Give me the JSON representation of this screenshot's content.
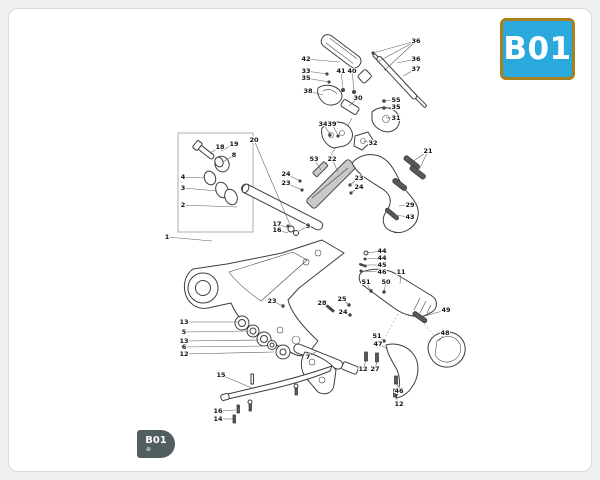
{
  "window": {
    "background": "#eef0f0",
    "card_background": "#ffffff",
    "card_border": "#d7d9da"
  },
  "page_tag": {
    "label": "B01",
    "background": "#29a9dc",
    "border_color": "#a5821f",
    "text_color": "#ffffff"
  },
  "footer_badge": {
    "label": "B01",
    "icon": "circle-cross-icon",
    "icon_glyph": "⊗",
    "background": "#515e5f",
    "text_color": "#ffffff"
  },
  "diagram": {
    "type": "exploded-parts-diagram",
    "line_color": "#3a3e41",
    "callouts": [
      {
        "n": "42",
        "l": [
          306,
          59
        ],
        "t": [
          [
            340,
            62
          ]
        ]
      },
      {
        "n": "33",
        "l": [
          306,
          71
        ],
        "t": [
          [
            327,
            74
          ]
        ]
      },
      {
        "n": "35",
        "l": [
          306,
          78
        ],
        "t": [
          [
            329,
            82
          ]
        ]
      },
      {
        "n": "38",
        "l": [
          308,
          91
        ],
        "t": [
          [
            323,
            95
          ]
        ]
      },
      {
        "n": "41",
        "l": [
          341,
          71
        ],
        "t": [
          [
            343,
            89
          ]
        ]
      },
      {
        "n": "40",
        "l": [
          352,
          71
        ],
        "t": [
          [
            354,
            91
          ]
        ]
      },
      {
        "n": "36",
        "l": [
          416,
          41
        ],
        "t": [
          [
            373,
            53
          ],
          [
            379,
            61
          ],
          [
            386,
            69
          ]
        ]
      },
      {
        "n": "36",
        "l": [
          416,
          59
        ],
        "t": [
          [
            397,
            63
          ]
        ]
      },
      {
        "n": "37",
        "l": [
          416,
          69
        ],
        "t": [
          [
            403,
            76
          ]
        ]
      },
      {
        "n": "30",
        "l": [
          358,
          98
        ],
        "t": [
          [
            349,
            106
          ]
        ]
      },
      {
        "n": "55",
        "l": [
          396,
          100
        ],
        "t": [
          [
            384,
            101
          ]
        ]
      },
      {
        "n": "35",
        "l": [
          396,
          107
        ],
        "t": [
          [
            384,
            108
          ]
        ]
      },
      {
        "n": "31",
        "l": [
          396,
          118
        ],
        "t": [
          [
            386,
            118
          ]
        ]
      },
      {
        "n": "34",
        "l": [
          323,
          124
        ],
        "t": [
          [
            330,
            134
          ]
        ]
      },
      {
        "n": "39",
        "l": [
          332,
          124
        ],
        "t": [
          [
            338,
            135
          ]
        ]
      },
      {
        "n": "32",
        "l": [
          373,
          143
        ],
        "t": [
          [
            363,
            141
          ]
        ]
      },
      {
        "n": "19",
        "l": [
          234,
          144
        ],
        "t": [
          [
            221,
            151
          ]
        ]
      },
      {
        "n": "18",
        "l": [
          220,
          147
        ],
        "t": [
          [
            210,
            153
          ]
        ]
      },
      {
        "n": "8",
        "l": [
          234,
          155
        ],
        "t": [
          [
            223,
            162
          ]
        ]
      },
      {
        "n": "20",
        "l": [
          254,
          140
        ],
        "t": [
          [
            291,
            227
          ]
        ]
      },
      {
        "n": "4",
        "l": [
          183,
          177
        ],
        "t": [
          [
            205,
            178
          ]
        ]
      },
      {
        "n": "3",
        "l": [
          183,
          188
        ],
        "t": [
          [
            217,
            191
          ]
        ]
      },
      {
        "n": "2",
        "l": [
          183,
          205
        ],
        "t": [
          [
            237,
            207
          ]
        ]
      },
      {
        "n": "1",
        "l": [
          167,
          237
        ],
        "t": [
          [
            212,
            241
          ]
        ]
      },
      {
        "n": "53",
        "l": [
          314,
          159
        ],
        "t": [
          [
            321,
            170
          ]
        ]
      },
      {
        "n": "22",
        "l": [
          332,
          159
        ],
        "t": [
          [
            338,
            172
          ]
        ]
      },
      {
        "n": "24",
        "l": [
          286,
          174
        ],
        "t": [
          [
            300,
            181
          ]
        ]
      },
      {
        "n": "23",
        "l": [
          286,
          183
        ],
        "t": [
          [
            302,
            190
          ]
        ]
      },
      {
        "n": "23",
        "l": [
          359,
          178
        ],
        "t": [
          [
            350,
            185
          ]
        ]
      },
      {
        "n": "24",
        "l": [
          359,
          187
        ],
        "t": [
          [
            351,
            193
          ]
        ]
      },
      {
        "n": "21",
        "l": [
          428,
          151
        ],
        "t": [
          [
            412,
            162
          ],
          [
            418,
            172
          ]
        ]
      },
      {
        "n": "29",
        "l": [
          410,
          205
        ],
        "t": [
          [
            399,
            206
          ]
        ]
      },
      {
        "n": "43",
        "l": [
          410,
          217
        ],
        "t": [
          [
            394,
            215
          ]
        ]
      },
      {
        "n": "9",
        "l": [
          308,
          226
        ],
        "t": [
          [
            299,
            231
          ]
        ]
      },
      {
        "n": "17",
        "l": [
          277,
          224
        ],
        "t": [
          [
            289,
            228
          ]
        ]
      },
      {
        "n": "16",
        "l": [
          277,
          230
        ],
        "t": [
          [
            288,
            233
          ]
        ]
      },
      {
        "n": "13",
        "l": [
          184,
          322
        ],
        "t": [
          [
            238,
            322
          ]
        ]
      },
      {
        "n": "5",
        "l": [
          184,
          332
        ],
        "t": [
          [
            249,
            331
          ]
        ]
      },
      {
        "n": "13",
        "l": [
          184,
          341
        ],
        "t": [
          [
            259,
            340
          ]
        ]
      },
      {
        "n": "6",
        "l": [
          184,
          347
        ],
        "t": [
          [
            266,
            346
          ]
        ]
      },
      {
        "n": "12",
        "l": [
          184,
          354
        ],
        "t": [
          [
            274,
            352
          ]
        ]
      },
      {
        "n": "23",
        "l": [
          272,
          301
        ],
        "t": [
          [
            283,
            306
          ]
        ]
      },
      {
        "n": "28",
        "l": [
          322,
          303
        ],
        "t": [
          [
            330,
            309
          ]
        ]
      },
      {
        "n": "25",
        "l": [
          342,
          299
        ],
        "t": [
          [
            349,
            305
          ]
        ]
      },
      {
        "n": "24",
        "l": [
          343,
          312
        ],
        "t": [
          [
            350,
            315
          ]
        ]
      },
      {
        "n": "7",
        "l": [
          308,
          357
        ],
        "t": [
          [
            317,
            351
          ]
        ]
      },
      {
        "n": "15",
        "l": [
          221,
          375
        ],
        "t": [
          [
            252,
            388
          ]
        ]
      },
      {
        "n": "16",
        "l": [
          218,
          411
        ],
        "t": [
          [
            236,
            410
          ]
        ]
      },
      {
        "n": "14",
        "l": [
          218,
          419
        ],
        "t": [
          [
            234,
            419
          ]
        ]
      },
      {
        "n": "44",
        "l": [
          382,
          251
        ],
        "t": [
          [
            366,
            253
          ]
        ]
      },
      {
        "n": "44",
        "l": [
          382,
          258
        ],
        "t": [
          [
            365,
            259
          ]
        ]
      },
      {
        "n": "45",
        "l": [
          382,
          265
        ],
        "t": [
          [
            363,
            265
          ]
        ]
      },
      {
        "n": "46",
        "l": [
          382,
          272
        ],
        "t": [
          [
            361,
            271
          ]
        ]
      },
      {
        "n": "11",
        "l": [
          401,
          272
        ],
        "t": [
          [
            400,
            284
          ]
        ]
      },
      {
        "n": "51",
        "l": [
          366,
          282
        ],
        "t": [
          [
            371,
            291
          ]
        ]
      },
      {
        "n": "50",
        "l": [
          386,
          282
        ],
        "t": [
          [
            384,
            292
          ]
        ]
      },
      {
        "n": "49",
        "l": [
          446,
          310
        ],
        "t": [
          [
            421,
            317
          ]
        ]
      },
      {
        "n": "48",
        "l": [
          445,
          333
        ],
        "t": [
          [
            439,
            341
          ]
        ]
      },
      {
        "n": "51",
        "l": [
          377,
          336
        ],
        "t": [
          [
            384,
            341
          ]
        ]
      },
      {
        "n": "47",
        "l": [
          378,
          344
        ],
        "t": [
          [
            388,
            349
          ]
        ]
      },
      {
        "n": "12",
        "l": [
          363,
          369
        ],
        "t": [
          [
            366,
            360
          ]
        ]
      },
      {
        "n": "27",
        "l": [
          375,
          369
        ],
        "t": [
          [
            377,
            361
          ]
        ]
      },
      {
        "n": "46",
        "l": [
          399,
          391
        ],
        "t": [
          [
            396,
            382
          ]
        ]
      },
      {
        "n": "12",
        "l": [
          399,
          404
        ],
        "t": [
          [
            395,
            395
          ]
        ]
      }
    ]
  }
}
